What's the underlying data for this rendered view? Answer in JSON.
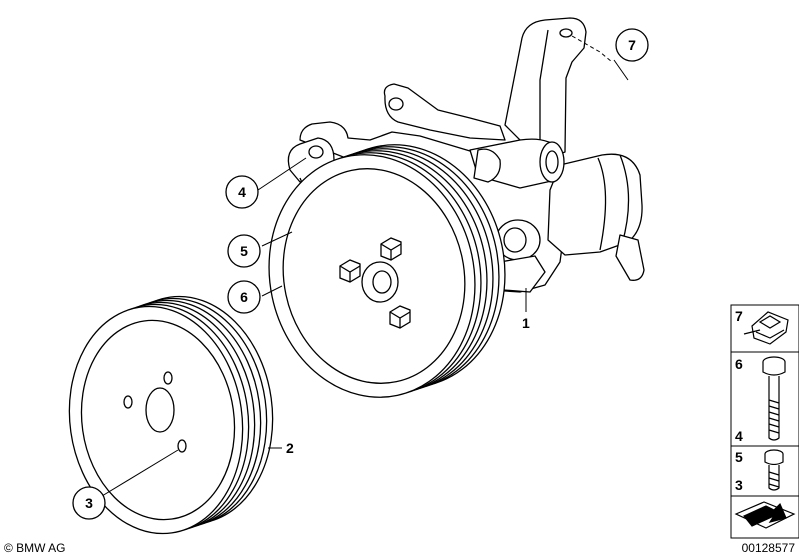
{
  "callouts": {
    "c1": "1",
    "c2": "2",
    "c3": "3",
    "c4": "4",
    "c5": "5",
    "c6": "6",
    "c7": "7"
  },
  "legend": {
    "l7": "7",
    "l6": "6",
    "l4": "4",
    "l5": "5",
    "l3": "3"
  },
  "footer": {
    "copyright": "© BMW AG",
    "image_number": "00128577"
  }
}
